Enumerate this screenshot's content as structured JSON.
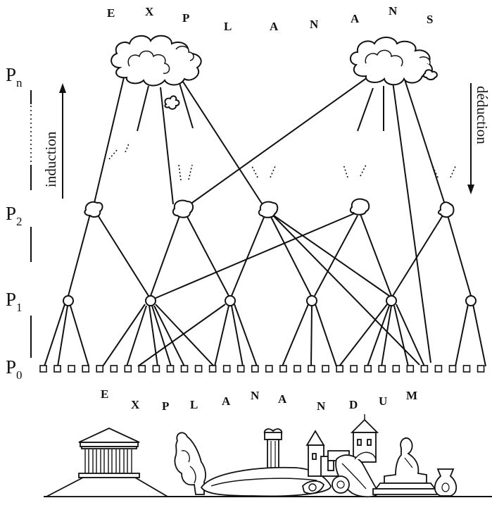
{
  "explanans_letters": [
    "E",
    "X",
    "P",
    "L",
    "A",
    "N",
    "A",
    "N",
    "S"
  ],
  "explanandum_letters": [
    "E",
    "X",
    "P",
    "L",
    "A",
    "N",
    "A",
    "N",
    "D",
    "U",
    "M"
  ],
  "levels": {
    "pn": {
      "base": "P",
      "sub": "n"
    },
    "p2": {
      "base": "P",
      "sub": "2"
    },
    "p1": {
      "base": "P",
      "sub": "1"
    },
    "p0": {
      "base": "P",
      "sub": "0"
    }
  },
  "arrows": {
    "induction": "induction",
    "deduction": "déduction"
  },
  "icons": {
    "clouds": "cloud-icon",
    "p2_nodes": "blob-node-icon",
    "p1_nodes": "circle-node-icon",
    "p0_nodes": "square-node-icon",
    "artifacts": [
      "temple-icon",
      "thinker-statue-icon",
      "column-icon",
      "boat-icon",
      "castle-icon",
      "amphora-icon",
      "seated-statue-icon",
      "vase-icon"
    ]
  },
  "colors": {
    "ink": "#111111",
    "background": "#ffffff"
  }
}
